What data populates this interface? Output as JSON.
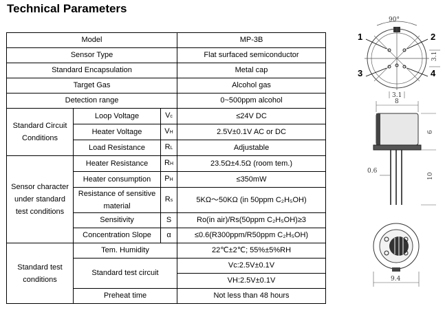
{
  "title": "Technical Parameters",
  "rows": {
    "model": {
      "label": "Model",
      "value": "MP-3B"
    },
    "sensor_type": {
      "label": "Sensor Type",
      "value": "Flat surfaced semiconductor"
    },
    "encapsulation": {
      "label": "Standard Encapsulation",
      "value": "Metal cap"
    },
    "target_gas": {
      "label": "Target Gas",
      "value": "Alcohol gas"
    },
    "detection_range": {
      "label": "Detection range",
      "value": "0~500ppm alcohol"
    }
  },
  "circuit": {
    "group": "Standard Circuit Conditions",
    "loop": {
      "label": "Loop Voltage",
      "sym": "V",
      "sub": "c",
      "value": "≤24V DC"
    },
    "heater_v": {
      "label": "Heater Voltage",
      "sym": "V",
      "sub": "H",
      "value": "2.5V±0.1V AC or DC"
    },
    "load_r": {
      "label": "Load Resistance",
      "sym": "R",
      "sub": "L",
      "value": "Adjustable"
    }
  },
  "character": {
    "group": "Sensor character under standard test conditions",
    "heater_r": {
      "label": "Heater Resistance",
      "sym": "R",
      "sub": "H",
      "value": "23.5Ω±4.5Ω (room tem.)"
    },
    "heater_p": {
      "label": "Heater consumption",
      "sym": "P",
      "sub": "H",
      "value": "≤350mW"
    },
    "sens_r": {
      "label": "Resistance of sensitive material",
      "sym": "R",
      "sub": "s",
      "value": "5KΩ～50KΩ (in 50ppm C₂H₅OH)"
    },
    "sensitivity": {
      "label": "Sensitivity",
      "sym": "S",
      "value": "Ro(in air)/Rs(50ppm C₂H₅OH)≥3"
    },
    "slope": {
      "label": "Concentration Slope",
      "sym": "α",
      "value": "≤0.6(R300ppm/R50ppm C₂H₅OH)"
    }
  },
  "test": {
    "group": "Standard test conditions",
    "temp": {
      "label": "Tem.  Humidity",
      "value": "22℃±2℃; 55%±5%RH"
    },
    "circuit": {
      "label": "Standard test circuit",
      "vc": "Vc:2.5V±0.1V",
      "vh": "VH:2.5V±0.1V"
    },
    "preheat": {
      "label": "Preheat time",
      "value": "Not less than 48 hours"
    }
  },
  "drawing": {
    "angle": "90°",
    "pins": [
      "1",
      "2",
      "3",
      "4"
    ],
    "dims": {
      "pitch_v": "3.1",
      "pitch_h": "3.1",
      "cap_w": "8",
      "cap_h": "6",
      "lead_d": "0.6",
      "lead_l": "10",
      "base_d": "9.4"
    }
  }
}
